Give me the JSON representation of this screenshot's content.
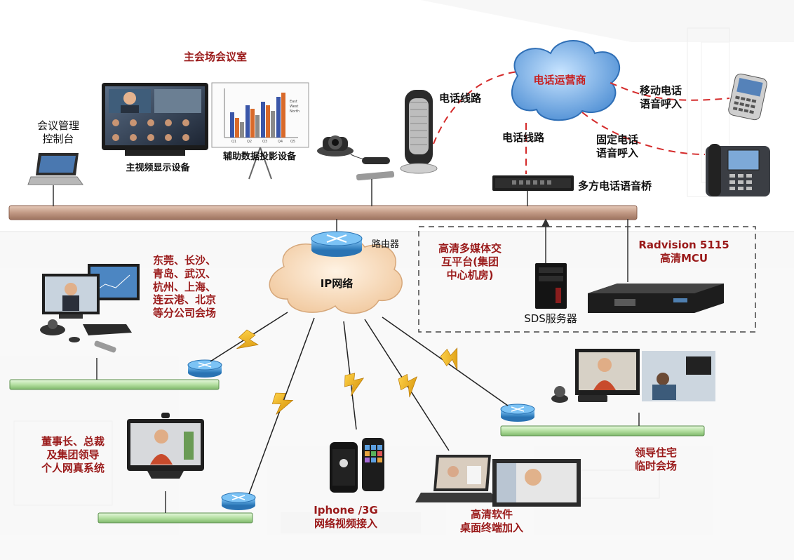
{
  "labels": {
    "main_room": "主会场会议室",
    "console": "会议管理\n控制台",
    "main_display": "主视频显示设备",
    "aux_display": "辅助数据投影设备",
    "phone_line_1": "电话线路",
    "phone_line_2": "电话线路",
    "carrier": "电话运营商",
    "mobile_call": "移动电话\n语音呼入",
    "fixed_call": "固定电话\n语音呼入",
    "voice_bridge": "多方电话语音桥",
    "router": "路由器",
    "ip_network": "IP网络",
    "hd_platform": "高清多媒体交\n互平台(集团\n中心机房)",
    "sds_server": "SDS服务器",
    "mcu": "Radvision 5115\n高清MCU",
    "branches": "东莞、长沙、\n青岛、武汉、\n杭州、上海、\n连云港、北京\n等分公司会场",
    "executives": "董事长、总裁\n及集团领导\n个人网真系统",
    "iphone": "Iphone /3G\n网络视频接入",
    "desktop": "高清软件\n桌面终端加入",
    "residence": "领导住宅\n临时会场"
  },
  "chart_axis_labels": [
    "Q1",
    "Q2",
    "Q3",
    "Q4",
    "Q5"
  ],
  "chart_legend": [
    "East",
    "West",
    "North"
  ],
  "colors": {
    "label_red": "#9a1a1a",
    "backbone": "#c9a48e",
    "lan_bar": "#b9e4a8",
    "cloud": "#f7dcc0",
    "carrier_cloud": "#7fb3e6",
    "router": "#3c8fd0"
  }
}
